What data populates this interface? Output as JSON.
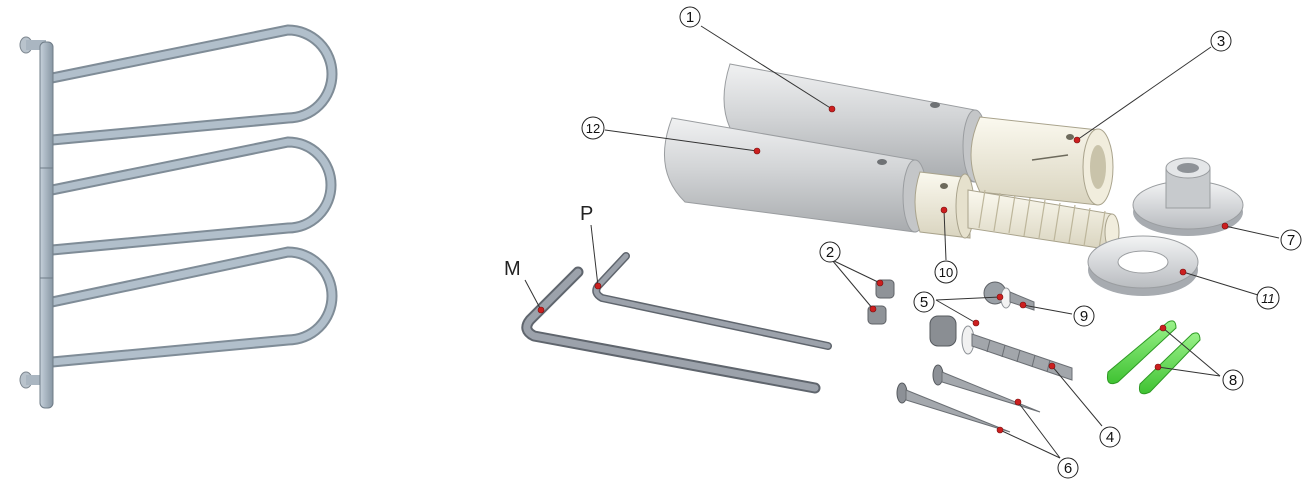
{
  "figure": {
    "callouts": [
      {
        "id": "c1",
        "text": "1"
      },
      {
        "id": "c2",
        "text": "2"
      },
      {
        "id": "c3",
        "text": "3"
      },
      {
        "id": "c4",
        "text": "4"
      },
      {
        "id": "c5",
        "text": "5"
      },
      {
        "id": "c6",
        "text": "6"
      },
      {
        "id": "c7",
        "text": "7"
      },
      {
        "id": "c8",
        "text": "8"
      },
      {
        "id": "c9",
        "text": "9"
      },
      {
        "id": "c10",
        "text": "10"
      },
      {
        "id": "c11",
        "text": "11"
      },
      {
        "id": "c12",
        "text": "12"
      }
    ],
    "letter_labels": {
      "m": "M",
      "p": "P"
    },
    "colors": {
      "rail": "#a9b6c2",
      "rail_shadow": "#7f8c97",
      "tube": "#d4d6d8",
      "cream": "#ebe7d7",
      "hex_key": "#8c929c",
      "screw": "#9da1a6",
      "anchor_green": "#6ee05c",
      "pointer_dot": "#cc1f1f",
      "rosette": "#d7d9dc"
    }
  }
}
